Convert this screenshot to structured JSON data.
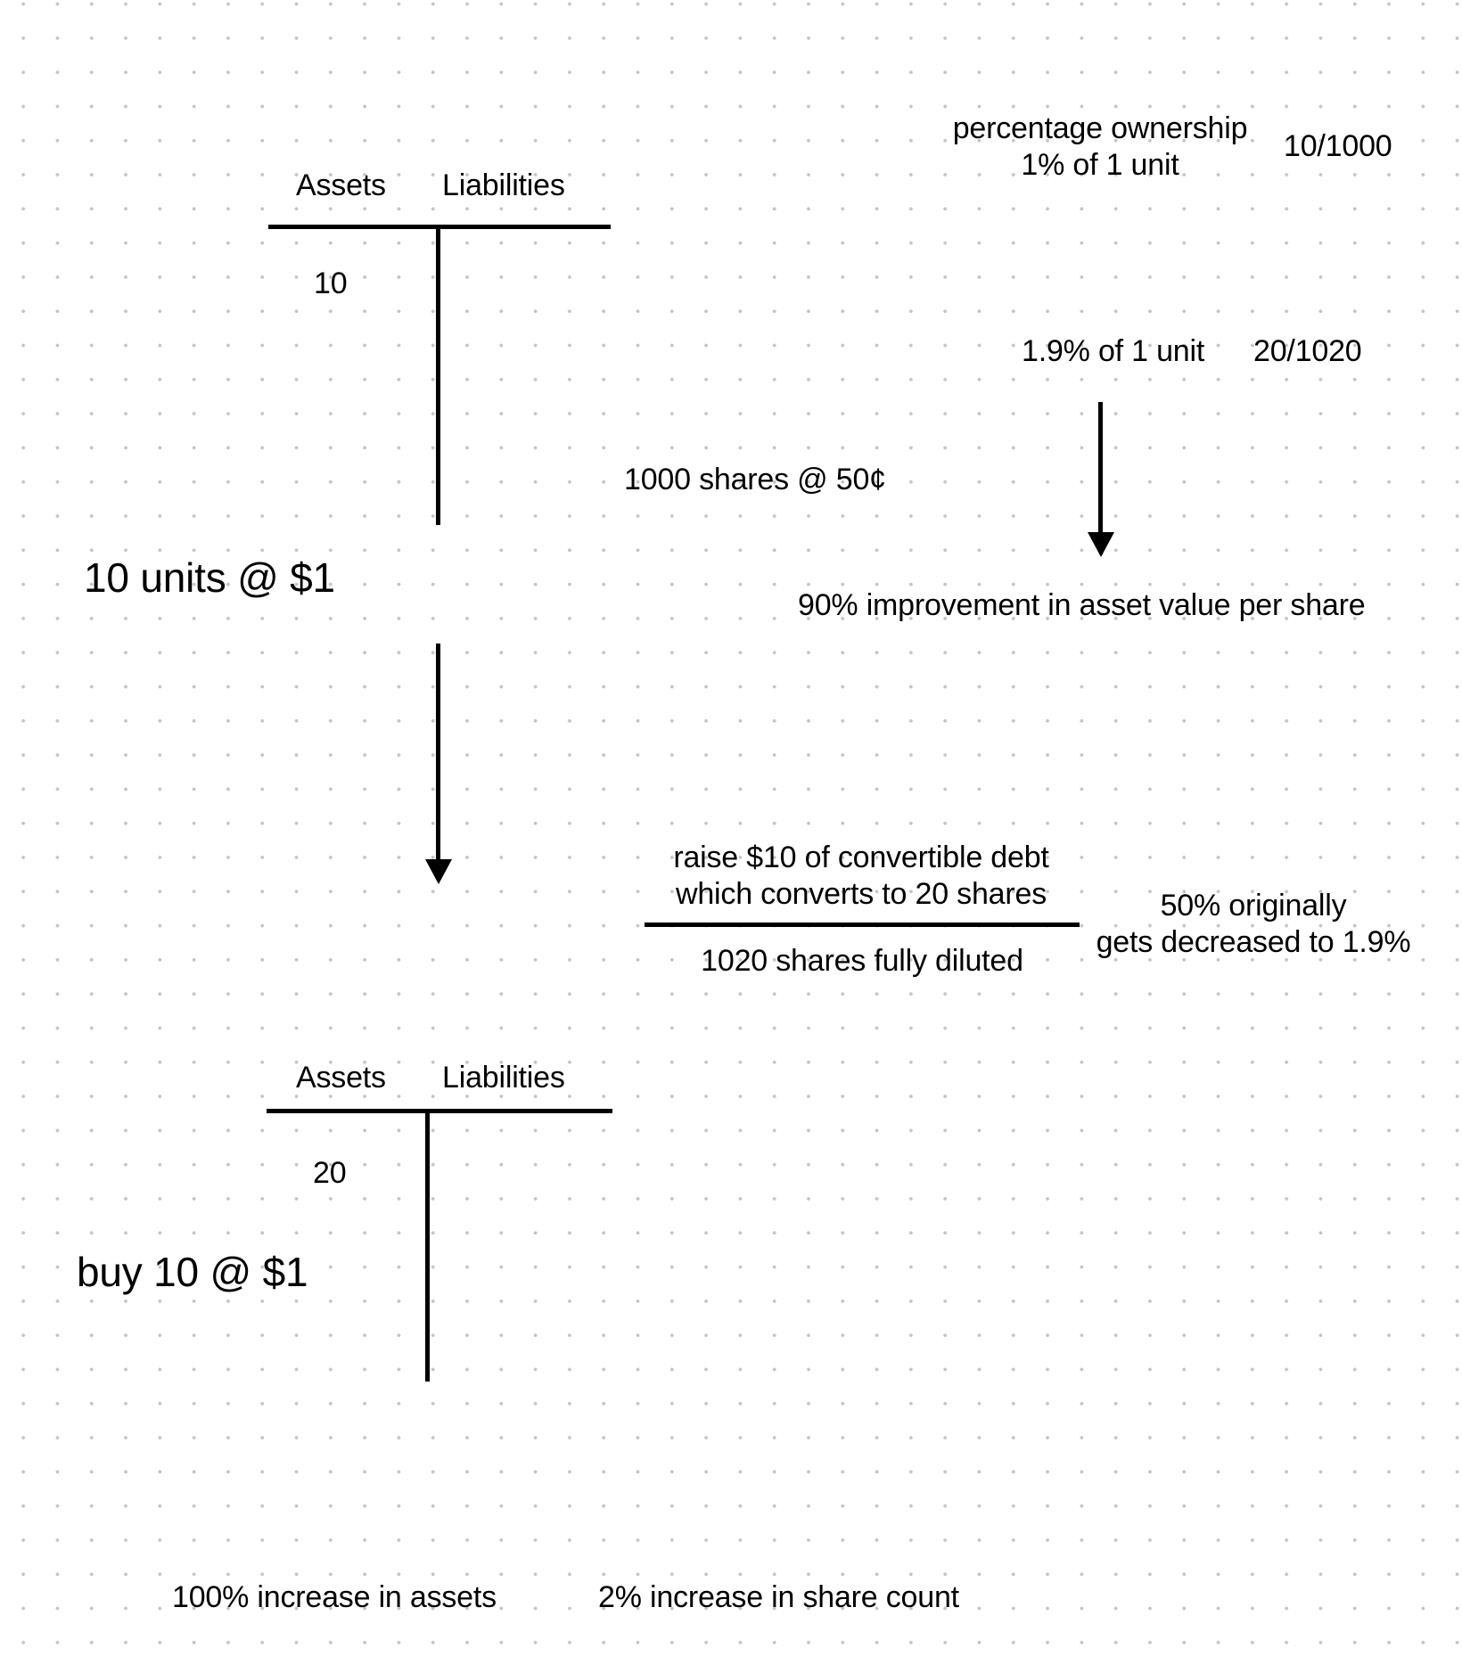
{
  "ledger_top": {
    "assets_label": "Assets",
    "liabilities_label": "Liabilities",
    "assets_value": "10"
  },
  "ledger_bottom": {
    "assets_label": "Assets",
    "liabilities_label": "Liabilities",
    "assets_value": "20"
  },
  "notes": {
    "units_buy_initial": "10 units @ $1",
    "buy_more": "buy 10 @ $1",
    "shares_initial": "1000 shares @ 50¢",
    "ownership_line1": "percentage ownership",
    "ownership_line2": "1% of 1 unit",
    "ownership_fraction_initial": "10/1000",
    "ownership_after": "1.9% of 1 unit",
    "ownership_fraction_after": "20/1020",
    "improvement": "90% improvement in asset value per share",
    "debt_line1": "raise $10 of convertible debt",
    "debt_line2": "which converts to 20 shares",
    "diluted": "1020 shares fully diluted",
    "decrease_line1": "50% originally",
    "decrease_line2": "gets decreased to 1.9%",
    "assets_increase": "100% increase in assets",
    "share_increase": "2% increase in share count"
  }
}
